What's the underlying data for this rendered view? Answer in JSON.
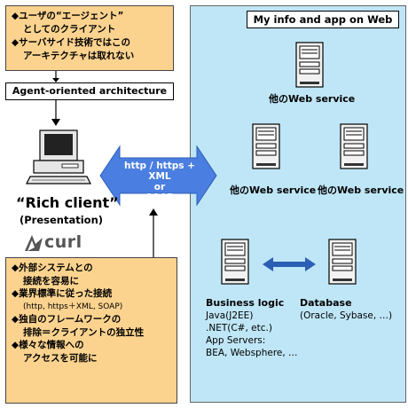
{
  "top_note": {
    "lines": [
      "◆ユーザの“エージェント”",
      "としてのクライアント",
      "◆サーバサイド技術ではこの",
      "アーキテクチャは取れない"
    ]
  },
  "architecture_label": "Agent-oriented architecture",
  "client": {
    "title": "“Rich client”",
    "subtitle": "(Presentation)",
    "logo_text": "curl"
  },
  "protocol": {
    "line1": "http / https + XML",
    "line2": "or",
    "line3": "SOAP"
  },
  "bottom_note": {
    "items": [
      {
        "main": "◆外部システムとの",
        "sub": "接続を容易に",
        "small": ""
      },
      {
        "main": "◆業界標準に従った接続",
        "sub": "",
        "small": "(http, https＋XML, SOAP)"
      },
      {
        "main": "◆独自のフレームワークの",
        "sub": "排除＝クライアントの独立性",
        "small": ""
      },
      {
        "main": "◆様々な情報への",
        "sub": "アクセスを可能に",
        "small": ""
      }
    ]
  },
  "panel": {
    "title": "My info and app on Web",
    "service_top": "他のWeb service",
    "service_left": "他のWeb service",
    "service_right": "他のWeb service",
    "business_logic": {
      "title": "Business logic",
      "lines": [
        "Java(J2EE)",
        ".NET(C#, etc.)",
        "App Servers:",
        "BEA, Websphere, …"
      ]
    },
    "database": {
      "title": "Database",
      "detail": "(Oracle, Sybase, …)"
    }
  },
  "colors": {
    "note_fill": "#fbd38f",
    "panel_fill": "#bfe6f7",
    "arrow_fill": "#4a7ee0"
  }
}
